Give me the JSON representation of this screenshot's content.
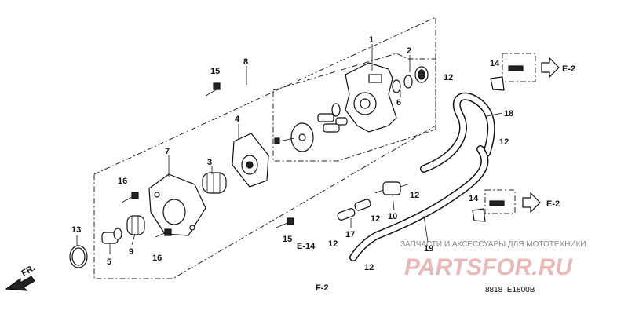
{
  "diagram": {
    "parts": {
      "p1": "1",
      "p2": "2",
      "p3": "3",
      "p4": "4",
      "p5": "5",
      "p6": "6",
      "p7": "7",
      "p8": "8",
      "p9": "9",
      "p10": "10",
      "p13": "13",
      "p14a": "14",
      "p14b": "14",
      "p15a": "15",
      "p15b": "15",
      "p16a": "16",
      "p16b": "16",
      "p17": "17",
      "p18": "18",
      "p19": "19",
      "p12a": "12",
      "p12b": "12",
      "p12c": "12",
      "p12d": "12",
      "p12e": "12",
      "p12f": "12"
    },
    "refs": {
      "e2_top": "E-2",
      "e2_mid": "E-2",
      "e14": "E-14",
      "f2": "F-2",
      "fr": "FR."
    },
    "watermark": {
      "text": "ЗАПЧАСТИ И АКСЕССУАРЫ ДЛЯ МОТОТЕХНИКИ",
      "brand": "PARTSFOR.RU"
    },
    "code": "8818–E1800B"
  }
}
